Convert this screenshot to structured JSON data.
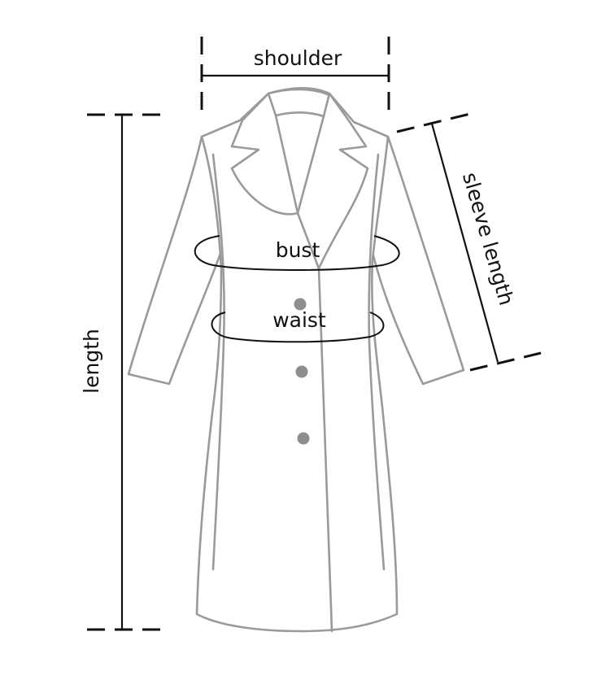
{
  "diagram": {
    "subject": "coat",
    "labels": {
      "shoulder": "shoulder",
      "sleeve_length": "sleeve length",
      "bust": "bust",
      "waist": "waist",
      "length": "length"
    },
    "colors": {
      "garment_outline": "#9a9a9a",
      "measurement_lines": "#111111",
      "buttons": "#8e8e8e",
      "background": "#ffffff"
    },
    "buttons_count": 3
  }
}
